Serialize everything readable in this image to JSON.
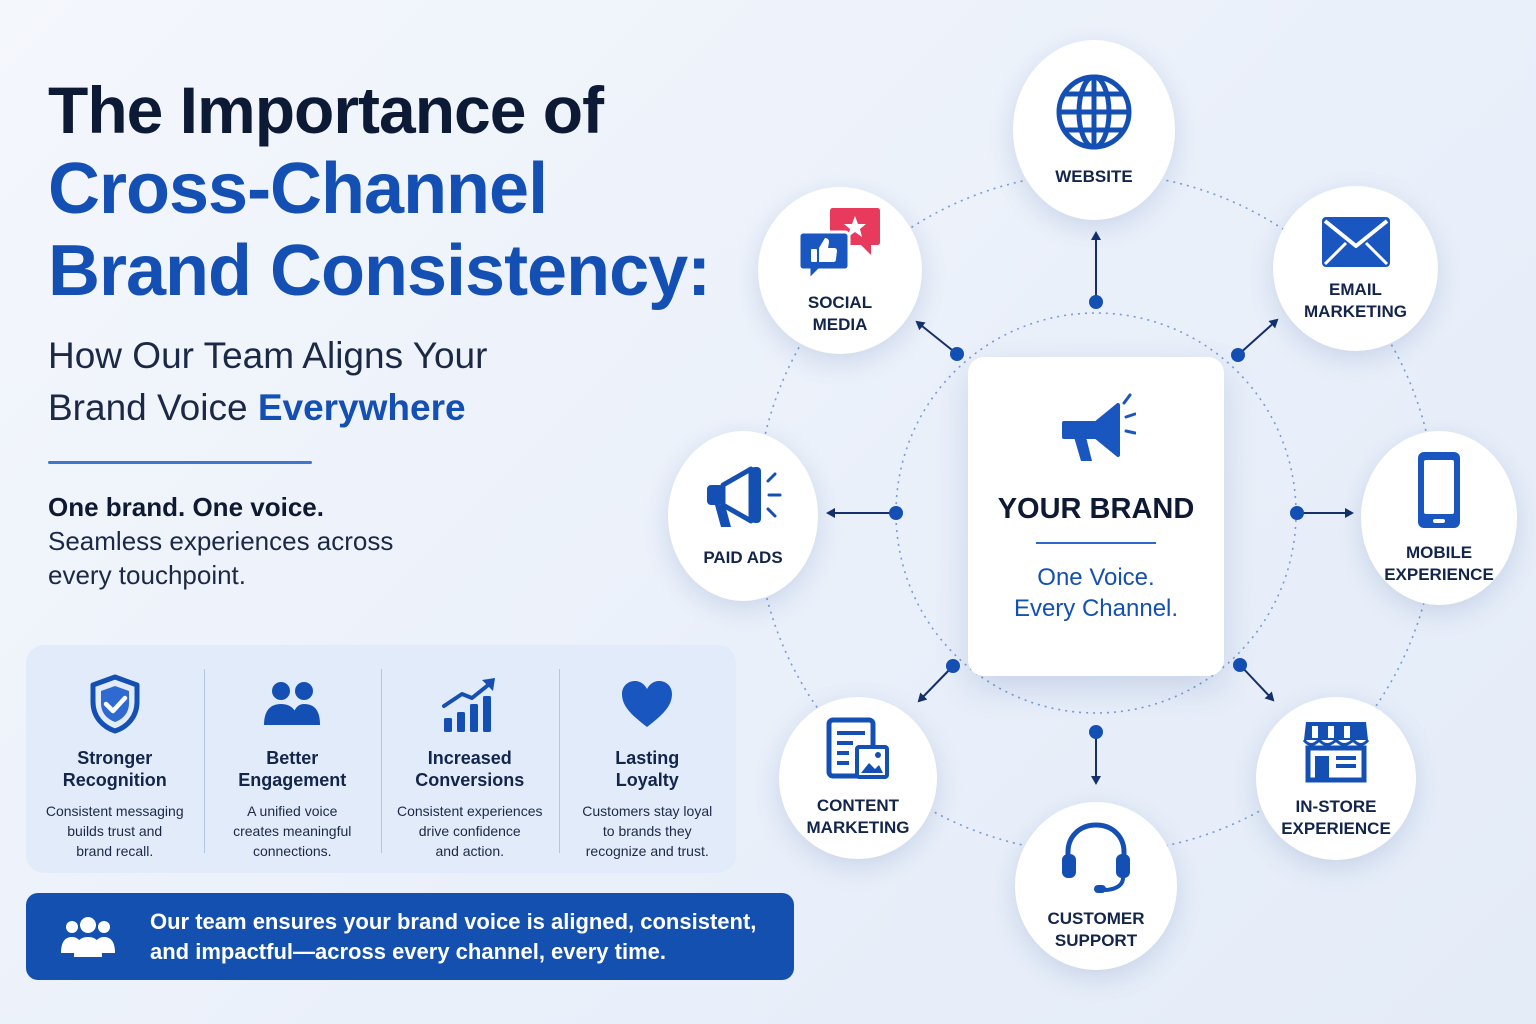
{
  "heading": {
    "line1": "The Importance of",
    "line2": "Cross-Channel",
    "line3": "Brand Consistency:",
    "subtitle_line1": "How Our Team Aligns Your",
    "subtitle_line2_prefix": "Brand Voice ",
    "subtitle_line2_highlight": "Everywhere"
  },
  "tagline": {
    "bold": "One brand. One voice.",
    "line1": "Seamless experiences across",
    "line2": "every touchpoint."
  },
  "benefits": [
    {
      "icon": "shield-check-icon",
      "title_line1": "Stronger",
      "title_line2": "Recognition",
      "desc_line1": "Consistent messaging",
      "desc_line2": "builds trust and",
      "desc_line3": "brand recall."
    },
    {
      "icon": "users-icon",
      "title_line1": "Better",
      "title_line2": "Engagement",
      "desc_line1": "A unified voice",
      "desc_line2": "creates meaningful",
      "desc_line3": "connections."
    },
    {
      "icon": "growth-chart-icon",
      "title_line1": "Increased",
      "title_line2": "Conversions",
      "desc_line1": "Consistent experiences",
      "desc_line2": "drive confidence",
      "desc_line3": "and action."
    },
    {
      "icon": "heart-icon",
      "title_line1": "Lasting",
      "title_line2": "Loyalty",
      "desc_line1": "Customers stay loyal",
      "desc_line2": "to brands they",
      "desc_line3": "recognize and trust."
    }
  ],
  "banner": {
    "icon": "team-icon",
    "line1": "Our team ensures your brand voice is aligned, consistent,",
    "line2": "and impactful—across every channel, every time."
  },
  "center": {
    "icon": "megaphone-icon",
    "title": "YOUR BRAND",
    "sub_line1": "One Voice.",
    "sub_line2": "Every Channel."
  },
  "channels": {
    "website": {
      "icon": "globe-icon",
      "line1": "WEBSITE"
    },
    "email": {
      "icon": "envelope-icon",
      "line1": "EMAIL",
      "line2": "MARKETING"
    },
    "mobile": {
      "icon": "smartphone-icon",
      "line1": "MOBILE",
      "line2": "EXPERIENCE"
    },
    "instore": {
      "icon": "storefront-icon",
      "line1": "IN-STORE",
      "line2": "EXPERIENCE"
    },
    "support": {
      "icon": "headset-icon",
      "line1": "CUSTOMER",
      "line2": "SUPPORT"
    },
    "content": {
      "icon": "document-icon",
      "line1": "CONTENT",
      "line2": "MARKETING"
    },
    "paidads": {
      "icon": "megaphone-icon",
      "line1": "PAID ADS"
    },
    "social": {
      "icon": "chat-bubbles-icon",
      "line1": "SOCIAL",
      "line2": "MEDIA"
    }
  },
  "colors": {
    "primary_blue": "#1450b4",
    "dark_navy": "#0d1a35",
    "accent_red": "#e83a5c",
    "panel_bg": "#e2ebfa"
  }
}
